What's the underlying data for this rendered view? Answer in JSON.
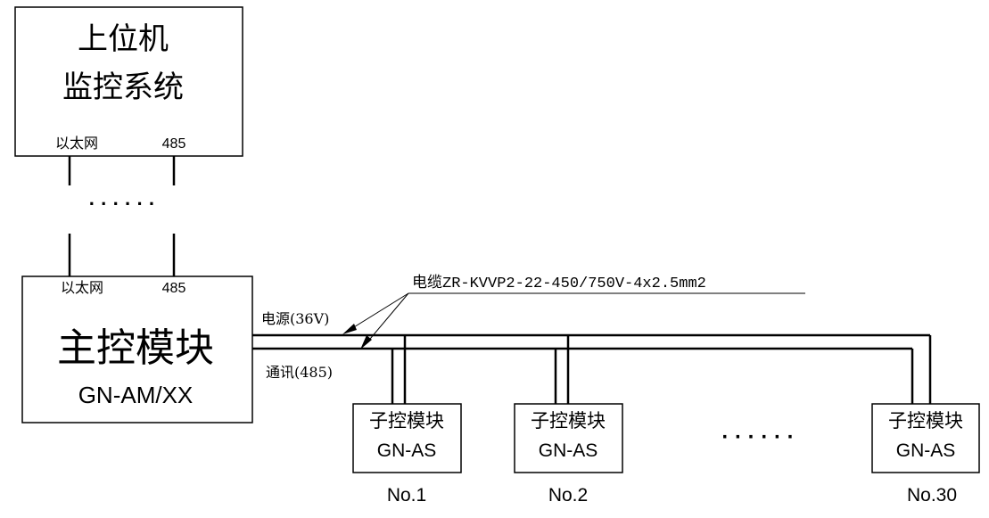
{
  "upper_system": {
    "title_line1": "上位机",
    "title_line2": "监控系统",
    "port_ethernet": "以太网",
    "port_485": "485"
  },
  "link_ellipsis": "· · · · · ·",
  "master_module": {
    "port_ethernet": "以太网",
    "port_485": "485",
    "title": "主控模块",
    "model": "GN-AM/XX"
  },
  "bus": {
    "cable_spec": "电缆ZR-KVVP2-22-450/750V-4x2.5mm2",
    "power_label": "电源(36V)",
    "comm_label": "通讯(485)"
  },
  "sub_modules": [
    {
      "title": "子控模块",
      "model": "GN-AS",
      "number": "No.1"
    },
    {
      "title": "子控模块",
      "model": "GN-AS",
      "number": "No.2"
    },
    {
      "title": "子控模块",
      "model": "GN-AS",
      "number": "No.30"
    }
  ],
  "sub_ellipsis": "· · · · · ·",
  "colors": {
    "line": "#000000",
    "background": "#ffffff"
  }
}
